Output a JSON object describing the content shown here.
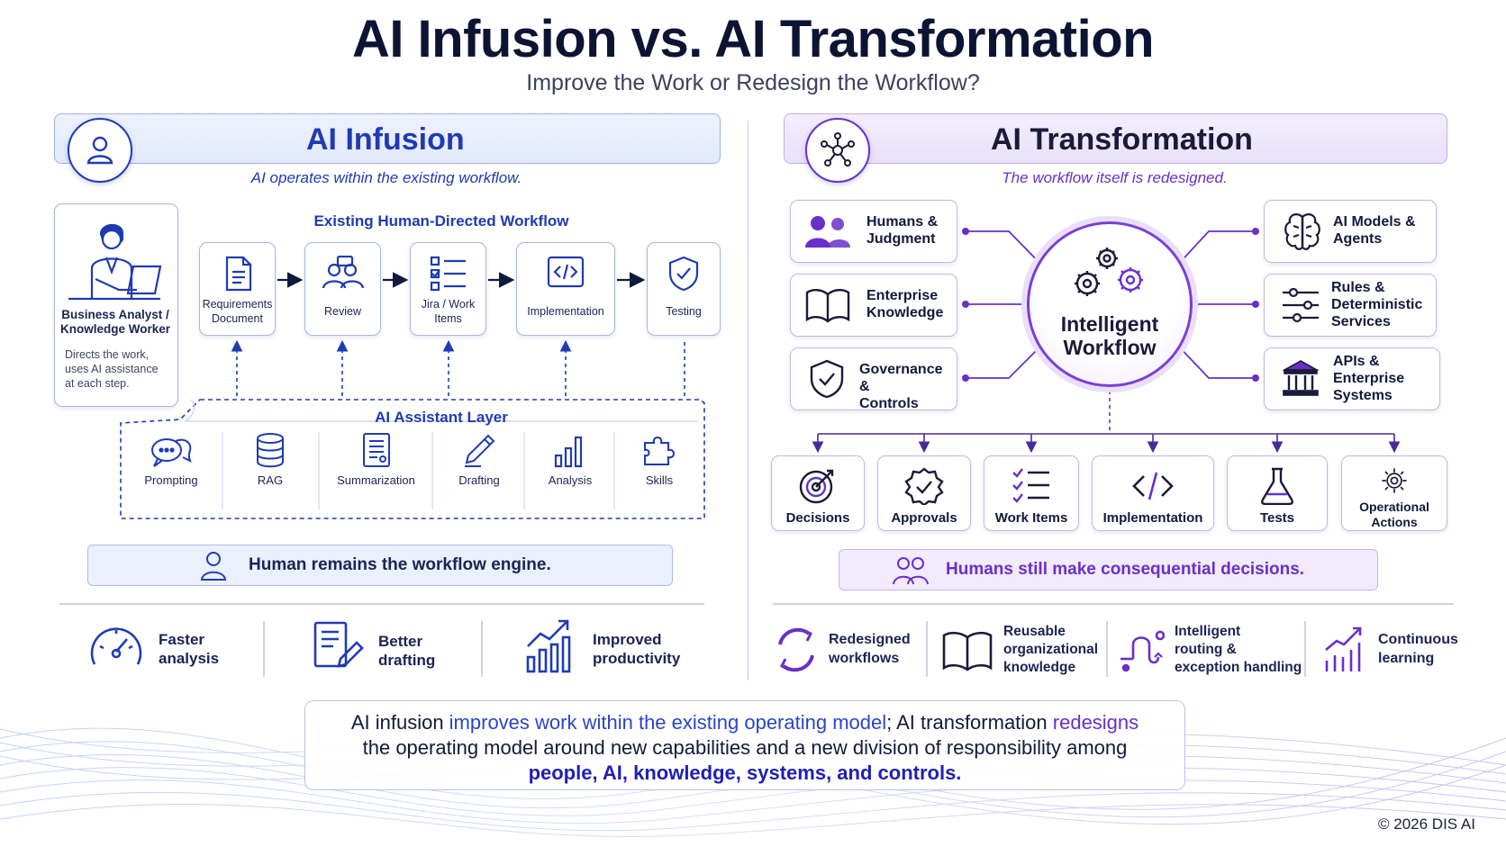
{
  "header": {
    "title": "AI Infusion vs. AI Transformation",
    "subtitle": "Improve the Work or Redesign the Workflow?"
  },
  "infusion": {
    "title": "AI Infusion",
    "tagline": "AI operates within the existing workflow.",
    "workflow_title": "Existing Human-Directed Workflow",
    "worker": {
      "label": "Business Analyst / Knowledge Worker",
      "description": "Directs the work, uses AI assistance at each step."
    },
    "steps": [
      {
        "label": "Requirements Document",
        "icon": "document-icon"
      },
      {
        "label": "Review",
        "icon": "people-review-icon"
      },
      {
        "label": "Jira / Work Items",
        "icon": "checklist-icon"
      },
      {
        "label": "Implementation",
        "icon": "code-icon"
      },
      {
        "label": "Testing",
        "icon": "shield-check-icon"
      }
    ],
    "assistant_layer": {
      "title": "AI Assistant Layer",
      "items": [
        {
          "label": "Prompting",
          "icon": "chat-bubbles-icon"
        },
        {
          "label": "RAG",
          "icon": "database-icon"
        },
        {
          "label": "Summarization",
          "icon": "summary-doc-icon"
        },
        {
          "label": "Drafting",
          "icon": "pencil-icon"
        },
        {
          "label": "Analysis",
          "icon": "bar-chart-icon"
        },
        {
          "label": "Skills",
          "icon": "puzzle-icon"
        }
      ]
    },
    "callout": "Human remains the workflow engine.",
    "benefits": [
      {
        "line1": "Faster",
        "line2": "analysis",
        "icon": "speedometer-icon"
      },
      {
        "line1": "Better",
        "line2": "drafting",
        "icon": "drafting-icon"
      },
      {
        "line1": "Improved",
        "line2": "productivity",
        "icon": "growth-chart-icon"
      }
    ]
  },
  "transformation": {
    "title": "AI Transformation",
    "tagline": "The workflow itself is redesigned.",
    "hub": {
      "line1": "Intelligent",
      "line2": "Workflow",
      "icon": "gears-icon"
    },
    "left_nodes": [
      {
        "line1": "Humans &",
        "line2": "Judgment",
        "icon": "people-icon"
      },
      {
        "line1": "Enterprise",
        "line2": "Knowledge",
        "icon": "book-icon"
      },
      {
        "line1": "Governance &",
        "line2": "Controls",
        "icon": "shield-check-icon"
      }
    ],
    "right_nodes": [
      {
        "line1": "AI Models &",
        "line2": "Agents",
        "line3": "",
        "icon": "brain-icon"
      },
      {
        "line1": "Rules &",
        "line2": "Deterministic",
        "line3": "Services",
        "icon": "sliders-icon"
      },
      {
        "line1": "APIs &",
        "line2": "Enterprise",
        "line3": "Systems",
        "icon": "building-icon"
      }
    ],
    "outputs": [
      {
        "label": "Decisions",
        "icon": "target-icon"
      },
      {
        "label": "Approvals",
        "icon": "approval-badge-icon"
      },
      {
        "label": "Work Items",
        "icon": "checklist-icon"
      },
      {
        "label": "Implementation",
        "icon": "code-icon"
      },
      {
        "label": "Tests",
        "icon": "flask-icon"
      },
      {
        "label": "Operational Actions",
        "icon": "gear-icon"
      }
    ],
    "callout": "Humans still make consequential decisions.",
    "benefits": [
      {
        "line1": "Redesigned",
        "line2": "workflows",
        "line3": "",
        "icon": "cycle-icon"
      },
      {
        "line1": "Reusable",
        "line2": "organizational",
        "line3": "knowledge",
        "icon": "book-icon"
      },
      {
        "line1": "Intelligent",
        "line2": "routing &",
        "line3": "exception handling",
        "icon": "routing-icon"
      },
      {
        "line1": "Continuous",
        "line2": "learning",
        "line3": "",
        "icon": "growth-chart-icon"
      }
    ]
  },
  "summary": {
    "p1": "AI infusion ",
    "p2": "improves work within the existing operating model",
    "p3": "; AI transformation ",
    "p4": "redesigns",
    "p5": "the operating model around new capabilities and a new division of responsibility among",
    "p6": "people, AI, knowledge, systems, and controls."
  },
  "footer": {
    "copyright": "© 2026 DIS AI"
  },
  "colors": {
    "blue": "#1f3bb3",
    "purple": "#6a2fc9",
    "navy": "#0c1433"
  }
}
